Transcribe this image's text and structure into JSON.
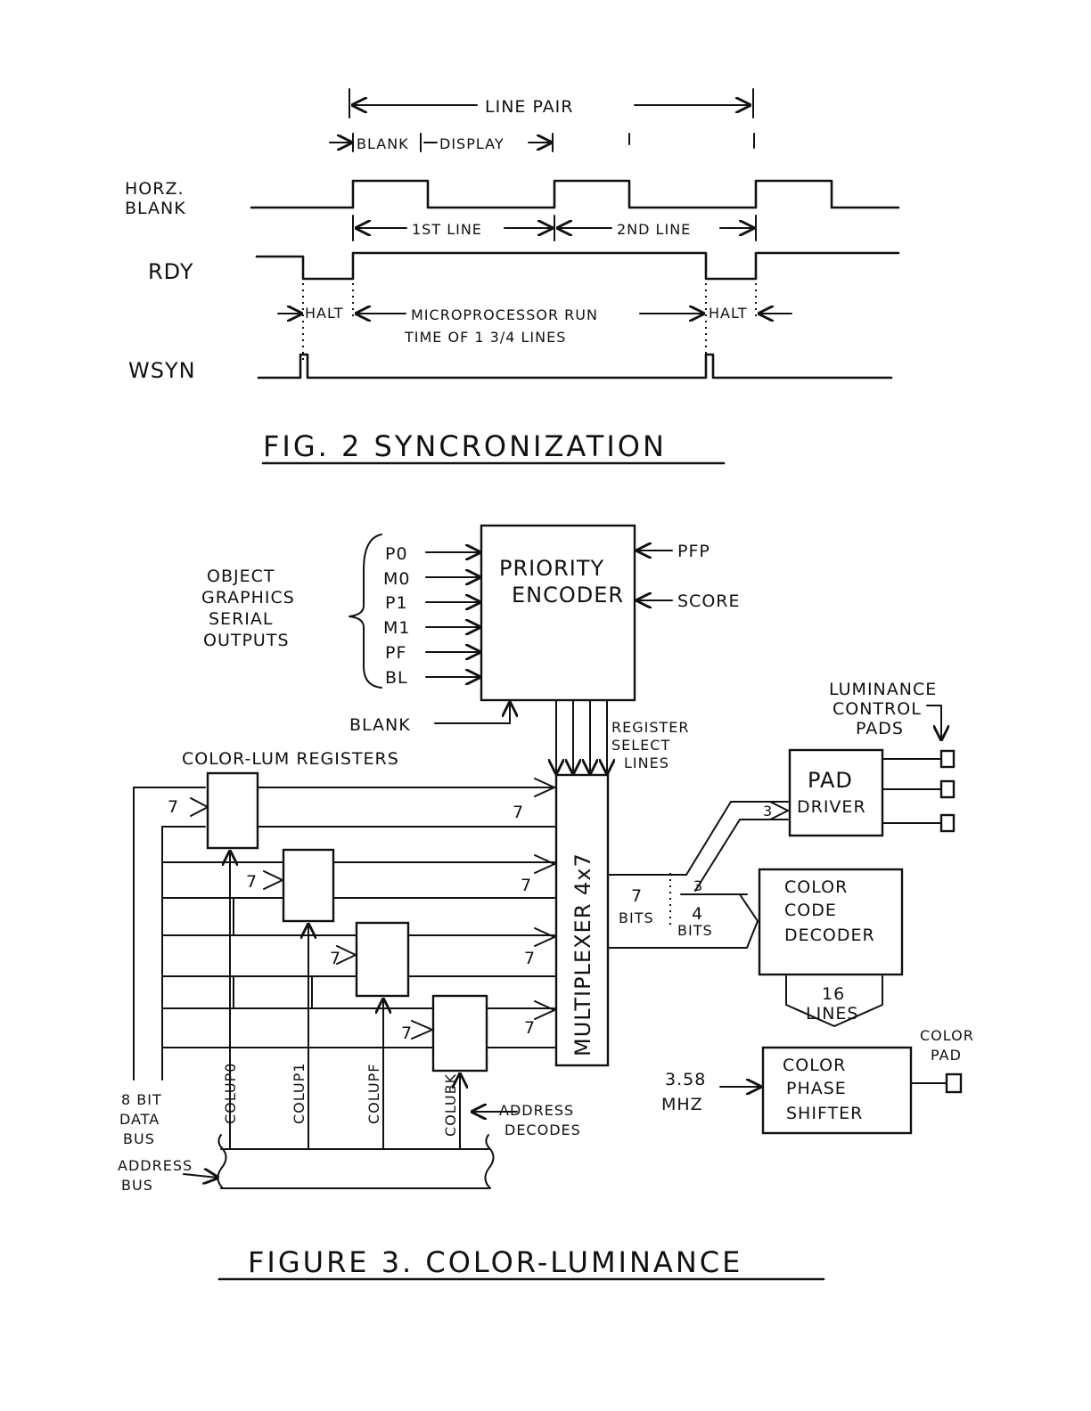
{
  "fig2": {
    "title": "FIG. 2   SYNCRONIZATION",
    "line_pair": "LINE  PAIR",
    "blank": "BLANK",
    "display": "DISPLAY",
    "first_line": "1ST LINE",
    "second_line": "2ND LINE",
    "signals": {
      "horz_blank_1": "HORZ.",
      "horz_blank_2": "BLANK",
      "rdy": "RDY",
      "wsyn": "WSYN"
    },
    "halt": "HALT",
    "run_1": "MICROPROCESSOR  RUN",
    "run_2": "TIME  OF  1 3/4  LINES"
  },
  "fig3": {
    "title": "FIGURE  3.  COLOR-LUMINANCE",
    "object_graphics": [
      "OBJECT",
      "GRAPHICS",
      "SERIAL",
      "OUTPUTS"
    ],
    "encoder_inputs": [
      "P0",
      "M0",
      "P1",
      "M1",
      "PF",
      "BL"
    ],
    "priority_encoder": [
      "PRIORITY",
      "ENCODER"
    ],
    "pfp": "PFP",
    "score": "SCORE",
    "blank": "BLANK",
    "register_select": [
      "REGISTER",
      "SELECT",
      "LINES"
    ],
    "color_lum_registers": "COLOR-LUM  REGISTERS",
    "multiplexer": "MULTIPLEXER  4x7",
    "seven": "7",
    "three": "3",
    "four": "4",
    "bits_7": "BITS",
    "bits_4": "BITS",
    "luminance_control": [
      "LUMINANCE",
      "CONTROL",
      "PADS"
    ],
    "pad_driver": [
      "PAD",
      "DRIVER"
    ],
    "color_code_decoder": [
      "COLOR",
      "CODE",
      "DECODER"
    ],
    "sixteen_lines": [
      "16",
      "LINES"
    ],
    "color_pad": [
      "COLOR",
      "PAD"
    ],
    "color_phase_shifter": [
      "COLOR",
      "PHASE",
      "SHIFTER"
    ],
    "clock": [
      "3.58",
      "MHZ"
    ],
    "data_bus": [
      "8 BIT",
      "DATA",
      "BUS"
    ],
    "address_bus": [
      "ADDRESS",
      "BUS"
    ],
    "address_decodes": [
      "ADDRESS",
      "DECODES"
    ],
    "register_names": [
      "COLUP0",
      "COLUP1",
      "COLUPF",
      "COLUBK"
    ]
  }
}
